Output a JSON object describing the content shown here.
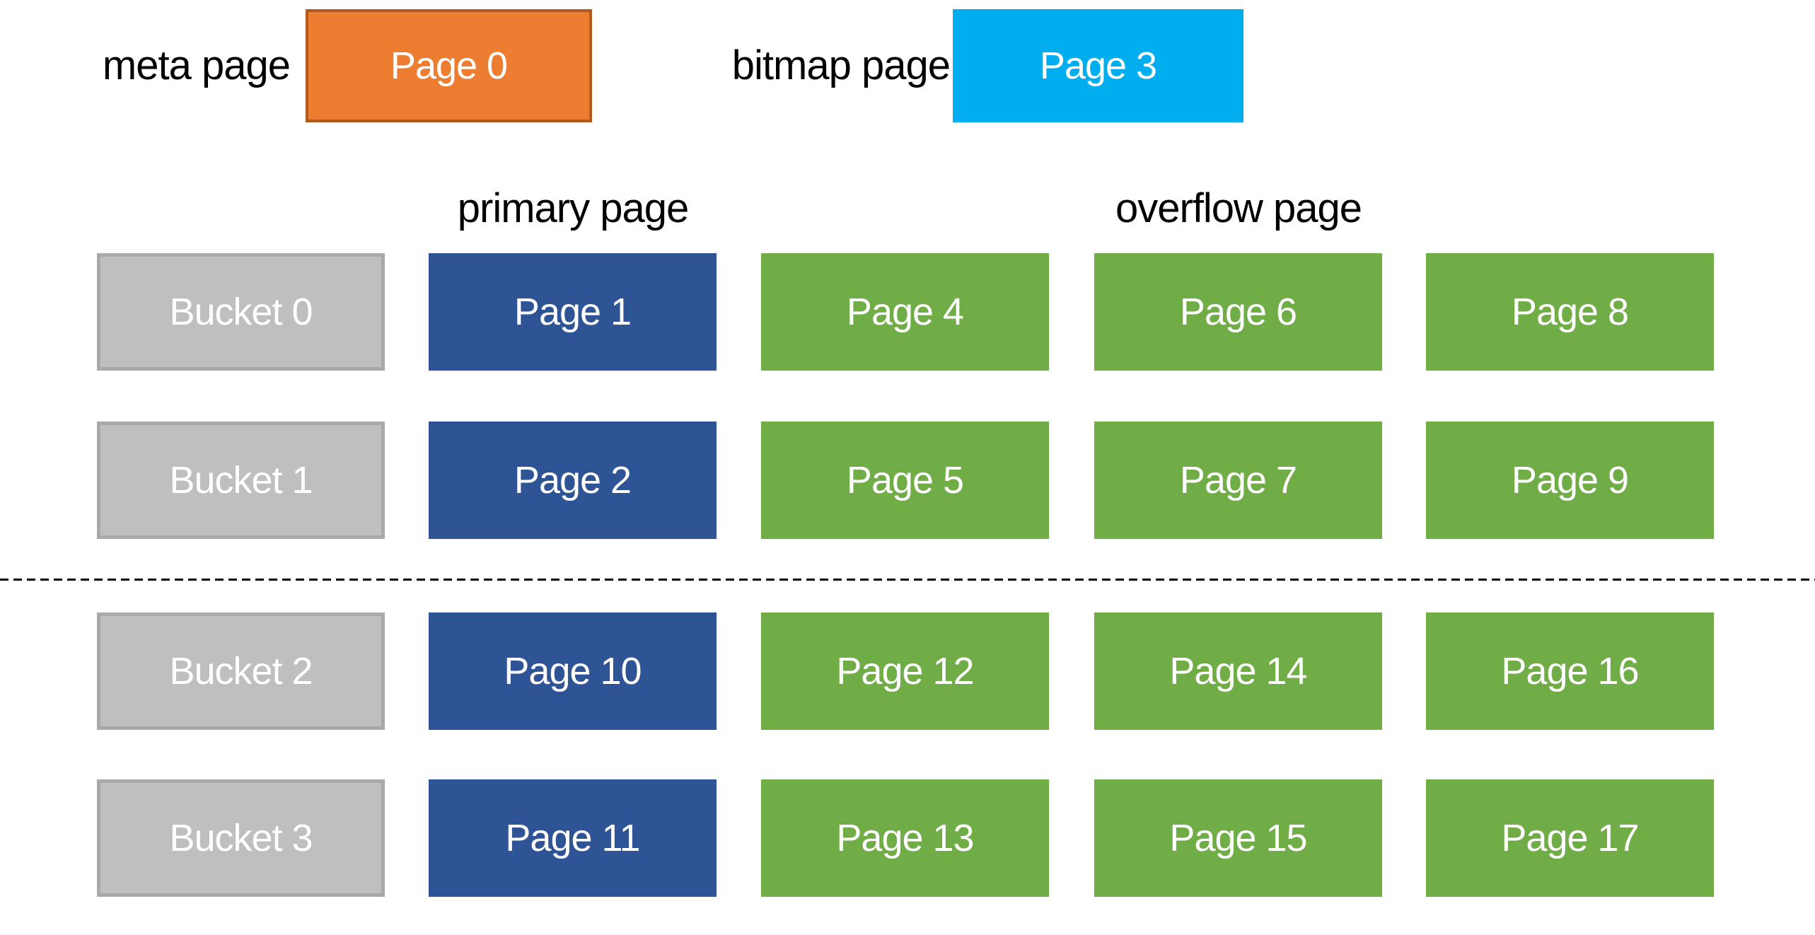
{
  "legend": {
    "meta": {
      "label": "meta page",
      "box": "Page 0"
    },
    "bitmap": {
      "label": "bitmap page",
      "box": "Page 3"
    }
  },
  "headers": {
    "primary": "primary page",
    "overflow": "overflow page"
  },
  "grid": {
    "rows": [
      {
        "bucket": "Bucket 0",
        "primary": "Page 1",
        "overflow": [
          "Page 4",
          "Page 6",
          "Page 8"
        ]
      },
      {
        "bucket": "Bucket 1",
        "primary": "Page 2",
        "overflow": [
          "Page 5",
          "Page 7",
          "Page 9"
        ]
      },
      {
        "bucket": "Bucket 2",
        "primary": "Page 10",
        "overflow": [
          "Page 12",
          "Page 14",
          "Page 16"
        ]
      },
      {
        "bucket": "Bucket 3",
        "primary": "Page 11",
        "overflow": [
          "Page 13",
          "Page 15",
          "Page 17"
        ]
      }
    ]
  },
  "colors": {
    "meta_fill": "#ED7D31",
    "meta_border": "#AE5A21",
    "bitmap_fill": "#00AEEF",
    "bucket_fill": "#BFBFBF",
    "bucket_border": "#A9A9A9",
    "primary_fill": "#2F5496",
    "overflow_fill": "#70AD47",
    "separator": "#000000",
    "label_text": "#000000",
    "box_text": "#FFFFFF"
  }
}
